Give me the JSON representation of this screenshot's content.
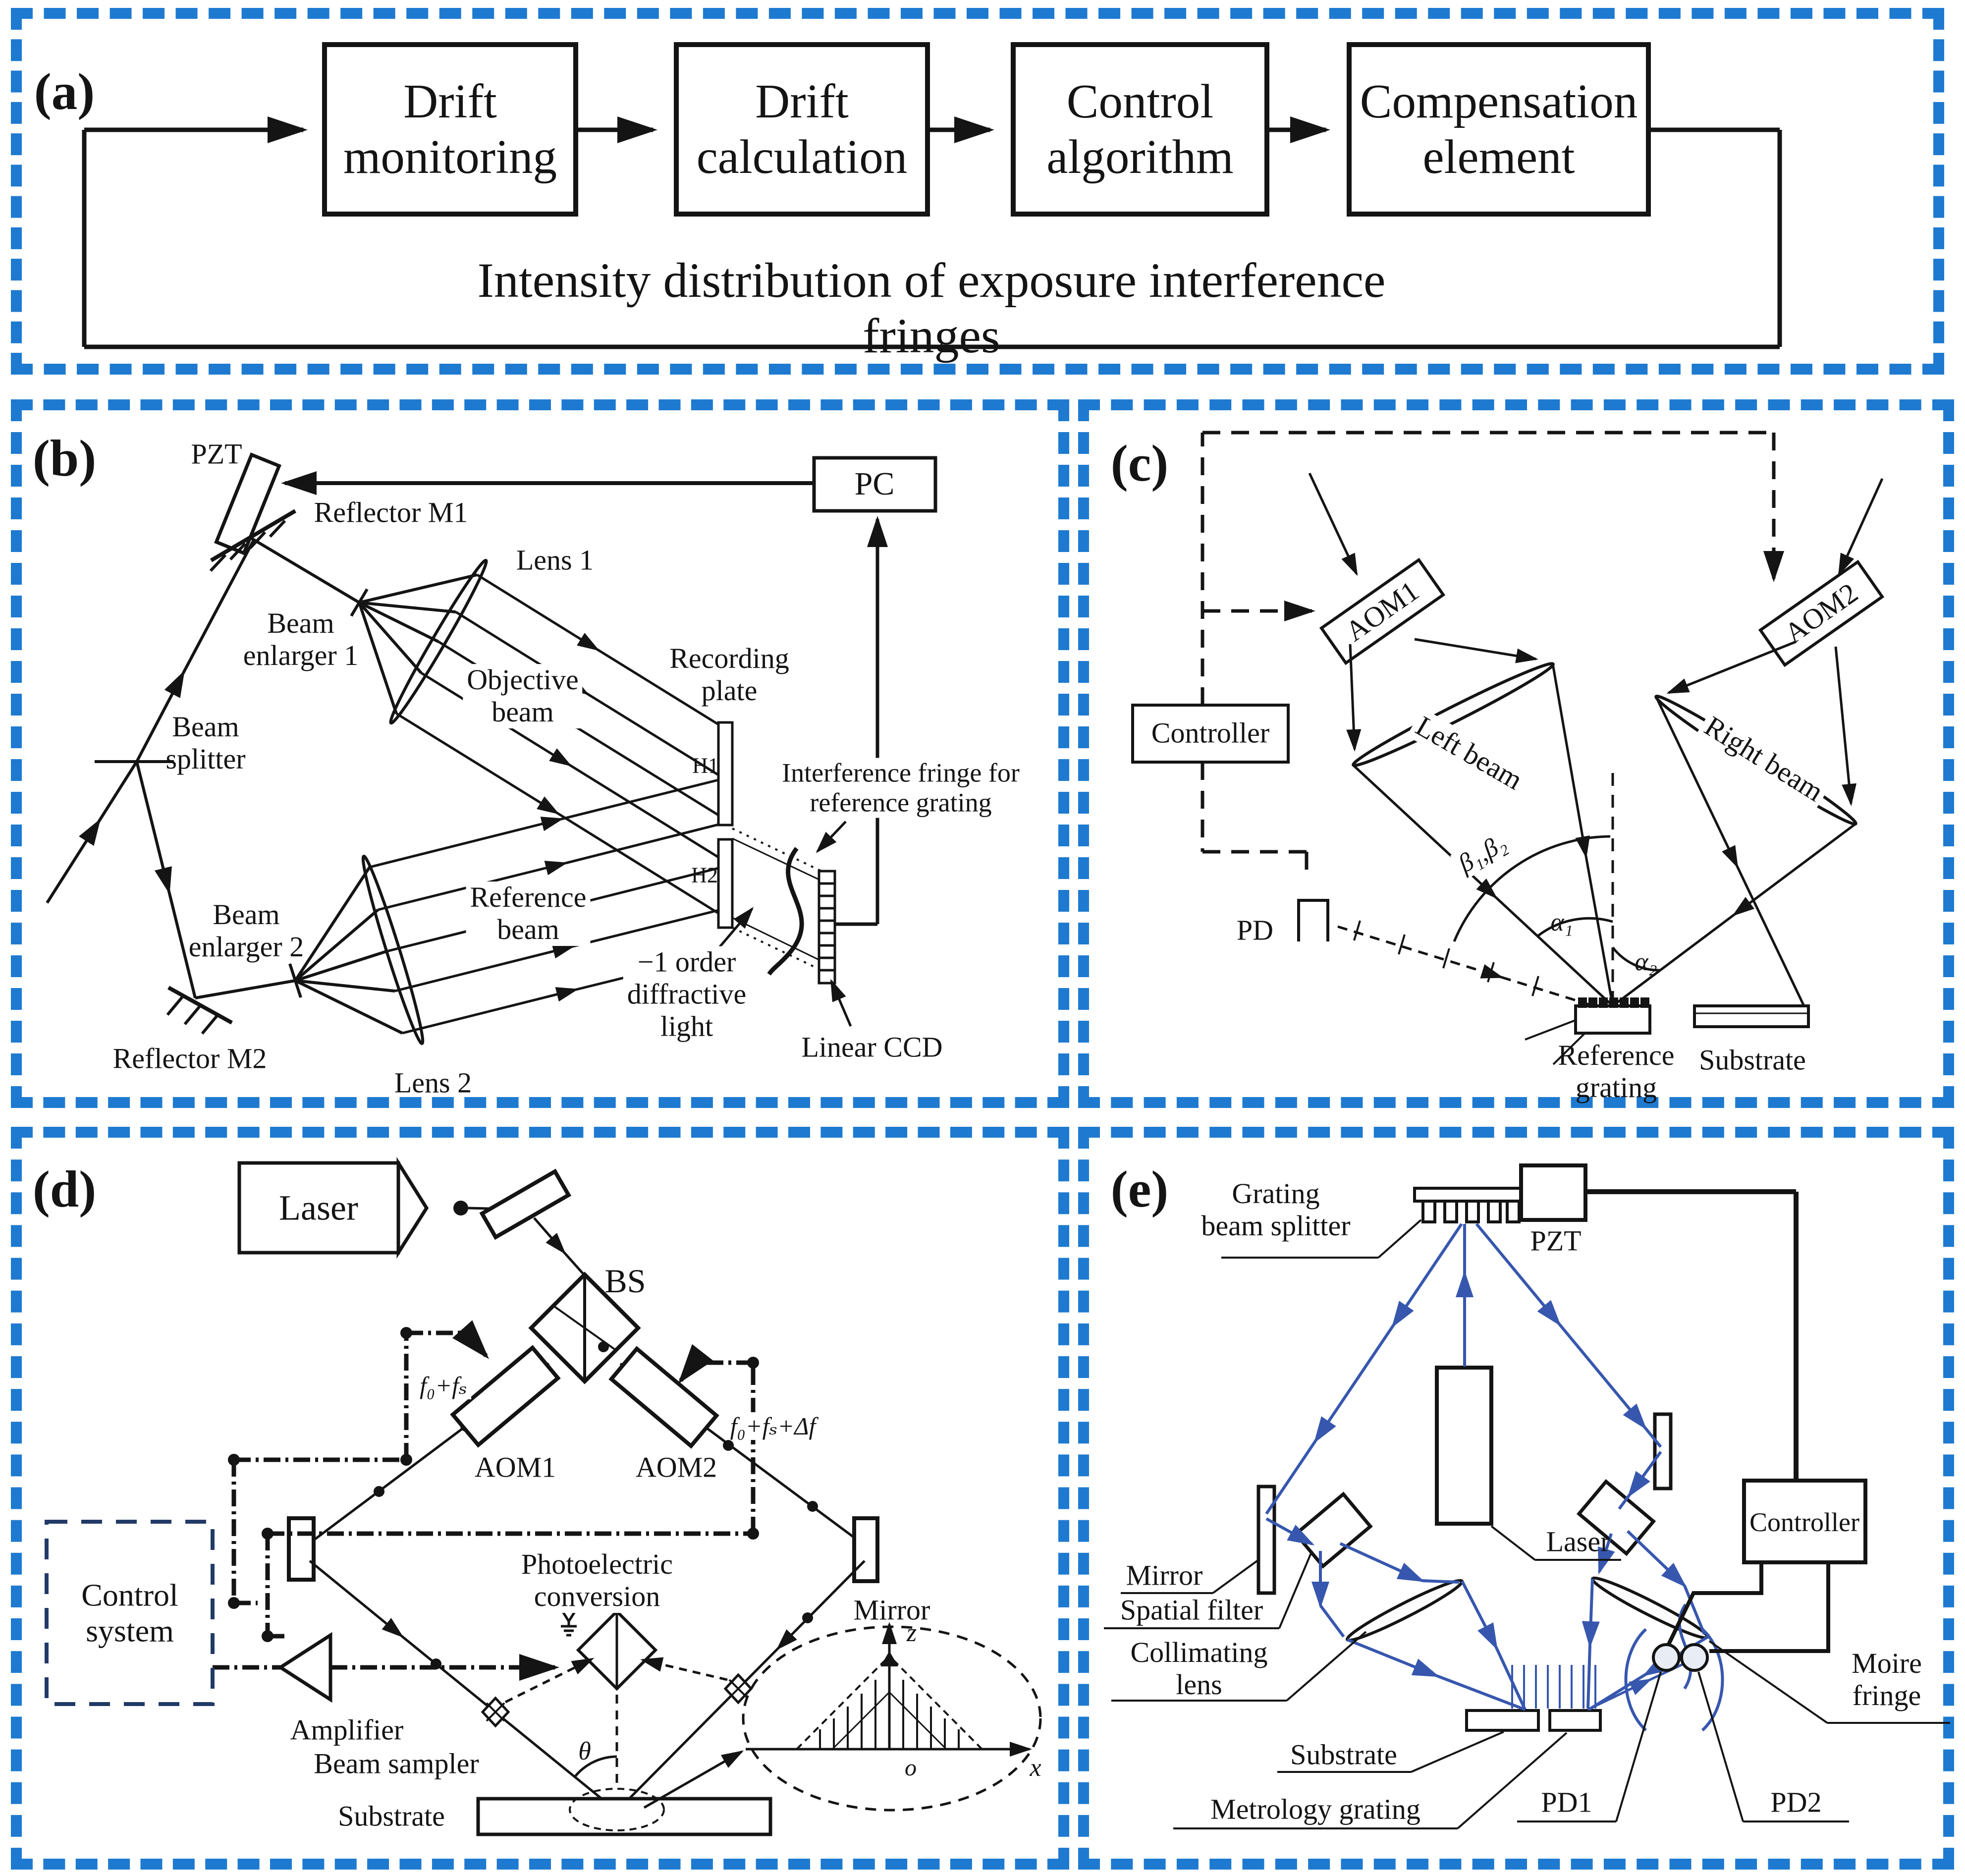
{
  "figure": {
    "type": "five-panel scientific schematic of interference lithography drift compensation systems"
  },
  "colors": {
    "panel_border_blue": "#1e7ad0",
    "ink_black": "#141414",
    "beam_blue": "#3757ae",
    "control_navy": "#223a66"
  },
  "panels": {
    "a": {
      "tag": "(a)",
      "boxes": [
        "Drift\nmonitoring",
        "Drift\ncalculation",
        "Control\nalgorithm",
        "Compensation\nelement"
      ],
      "feedback": "Intensity distribution of exposure interference fringes"
    },
    "b": {
      "tag": "(b)",
      "labels": {
        "pzt": "PZT",
        "reflector_m1": "Reflector M1",
        "lens1": "Lens 1",
        "pc": "PC",
        "beam_enlarger1": "Beam\nenlarger 1",
        "objective_beam": "Objective\nbeam",
        "recording_plate": "Recording\nplate",
        "h1": "H1",
        "h2": "H2",
        "beam_splitter": "Beam\nsplitter",
        "interference": "Interference fringe for\nreference grating",
        "reference_beam": "Reference\nbeam",
        "beam_enlarger2": "Beam\nenlarger 2",
        "reflector_m2": "Reflector M2",
        "lens2": "Lens 2",
        "minus1_order": "−1 order\ndiffractive\nlight",
        "linear_ccd": "Linear CCD"
      }
    },
    "c": {
      "tag": "(c)",
      "labels": {
        "controller": "Controller",
        "aom1": "AOM1",
        "aom2": "AOM2",
        "left_beam": "Left beam",
        "right_beam": "Right beam",
        "pd": "PD",
        "beta": "β₁,β₂",
        "alpha1": "α₁",
        "alpha2": "α₂",
        "reference_grating": "Reference\ngrating",
        "substrate": "Substrate"
      }
    },
    "d": {
      "tag": "(d)",
      "labels": {
        "laser": "Laser",
        "bs": "BS",
        "aom1": "AOM1",
        "aom2": "AOM2",
        "f0fs": "f₀+fₛ",
        "f0fsdf": "f₀+fₛ+Δf",
        "control_system": "Control\nsystem",
        "amplifier": "Amplifier",
        "beam_sampler": "Beam sampler",
        "substrate": "Substrate",
        "photoelectric": "Photoelectric\nconversion",
        "mirror": "Mirror",
        "theta": "θ",
        "z": "z",
        "x": "x",
        "o": "o"
      }
    },
    "e": {
      "tag": "(e)",
      "labels": {
        "grating_bs": "Grating\nbeam splitter",
        "pzt": "PZT",
        "mirror": "Mirror",
        "laser": "Laser",
        "spatial_filter": "Spatial filter",
        "collimating_lens": "Collimating\nlens",
        "controller": "Controller",
        "moire_fringe": "Moire\nfringe",
        "substrate": "Substrate",
        "metrology_grating": "Metrology grating",
        "pd1": "PD1",
        "pd2": "PD2"
      }
    }
  }
}
